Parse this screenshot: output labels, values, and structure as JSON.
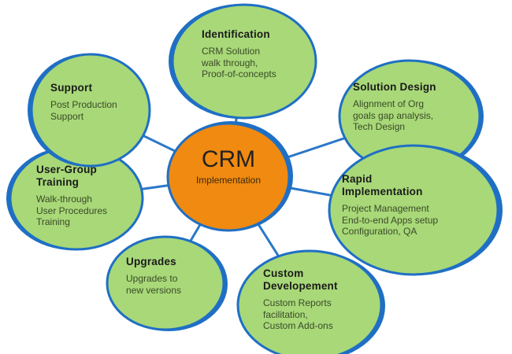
{
  "diagram": {
    "title": "CRM Implementation",
    "colors": {
      "bubble_fill": "#a8d878",
      "bubble_stroke": "#1f6fc4",
      "center_fill": "#f08a10",
      "connector": "#2a78c8",
      "title_text": "#1a1a1a",
      "desc_text": "#3a4a28"
    },
    "center": {
      "title": "CRM",
      "subtitle": "Implementation"
    },
    "nodes": [
      {
        "id": "identification",
        "title": [
          "Identification"
        ],
        "desc": [
          "CRM Solution",
          "walk through,",
          "Proof-of-concepts"
        ]
      },
      {
        "id": "solution-design",
        "title": [
          "Solution Design"
        ],
        "desc": [
          "Alignment of Org",
          "goals gap analysis,",
          "Tech Design"
        ]
      },
      {
        "id": "rapid-implementation",
        "title": [
          "Rapid",
          "Implementation"
        ],
        "desc": [
          "Project Management",
          "End-to-end Apps setup",
          "Configuration, QA"
        ]
      },
      {
        "id": "custom-development",
        "title": [
          "Custom",
          "Developement"
        ],
        "desc": [
          "Custom Reports",
          "facilitation,",
          "Custom Add-ons"
        ]
      },
      {
        "id": "upgrades",
        "title": [
          "Upgrades"
        ],
        "desc": [
          "Upgrades to",
          "new versions"
        ]
      },
      {
        "id": "user-group-training",
        "title": [
          "User-Group",
          "Training"
        ],
        "desc": [
          "Walk-through",
          "User Procedures",
          "Training"
        ]
      },
      {
        "id": "support",
        "title": [
          "Support"
        ],
        "desc": [
          "Post Production",
          "Support"
        ]
      }
    ]
  }
}
